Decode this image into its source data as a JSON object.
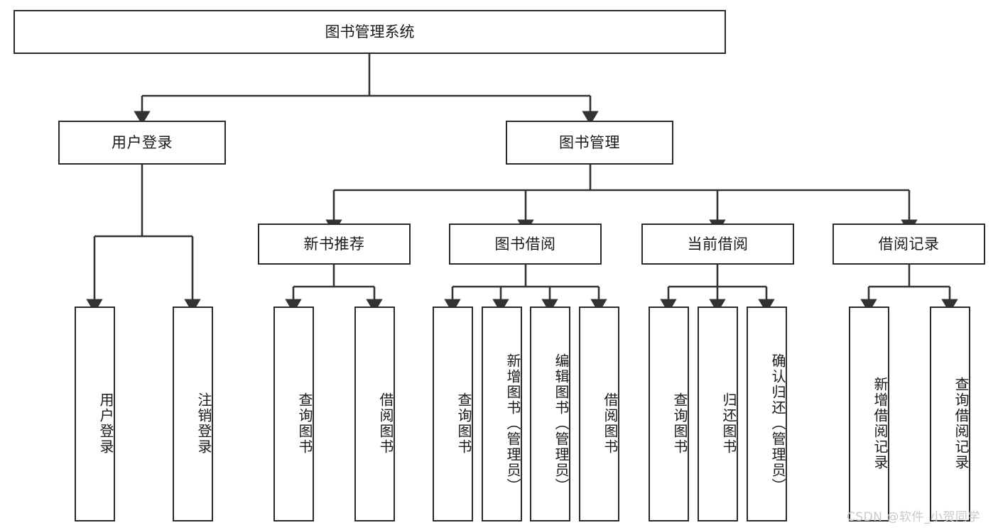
{
  "diagram": {
    "type": "tree-hierarchy",
    "title": "图书管理系统",
    "watermark": "CSDN @软件_小贺同学",
    "colors": {
      "box_border": "#2b2b2b",
      "box_fill": "#ffffff",
      "edge": "#333333",
      "text": "#1a1a1a",
      "watermark": "#c9c9c9",
      "background": "#ffffff"
    },
    "root": {
      "id": "root",
      "label": "图书管理系统"
    },
    "level2": [
      {
        "id": "user-login",
        "label": "用户登录"
      },
      {
        "id": "book-manage",
        "label": "图书管理"
      }
    ],
    "level3": [
      {
        "id": "new-book-rec",
        "label": "新书推荐",
        "parent": "book-manage"
      },
      {
        "id": "book-borrow",
        "label": "图书借阅",
        "parent": "book-manage"
      },
      {
        "id": "current-borrow",
        "label": "当前借阅",
        "parent": "book-manage"
      },
      {
        "id": "borrow-record",
        "label": "借阅记录",
        "parent": "book-manage"
      }
    ],
    "leaves": {
      "user_login": [
        {
          "id": "leaf-user-login",
          "label": "用户登录"
        },
        {
          "id": "leaf-user-logout",
          "label": "注销登录"
        }
      ],
      "new_book_rec": [
        {
          "id": "leaf-query-book-1",
          "label": "查询图书"
        },
        {
          "id": "leaf-borrow-book-1",
          "label": "借阅图书"
        }
      ],
      "book_borrow": [
        {
          "id": "leaf-query-book-2",
          "label": "查询图书"
        },
        {
          "id": "leaf-add-book",
          "label": "新增图书（管理员）"
        },
        {
          "id": "leaf-edit-book",
          "label": "编辑图书（管理员）"
        },
        {
          "id": "leaf-borrow-book-2",
          "label": "借阅图书"
        }
      ],
      "current_borrow": [
        {
          "id": "leaf-query-book-3",
          "label": "查询图书"
        },
        {
          "id": "leaf-return-book",
          "label": "归还图书"
        },
        {
          "id": "leaf-confirm-return",
          "label": "确认归还（管理员）"
        }
      ],
      "borrow_record": [
        {
          "id": "leaf-add-record",
          "label": "新增借阅记录"
        },
        {
          "id": "leaf-query-record",
          "label": "查询借阅记录"
        }
      ]
    }
  }
}
